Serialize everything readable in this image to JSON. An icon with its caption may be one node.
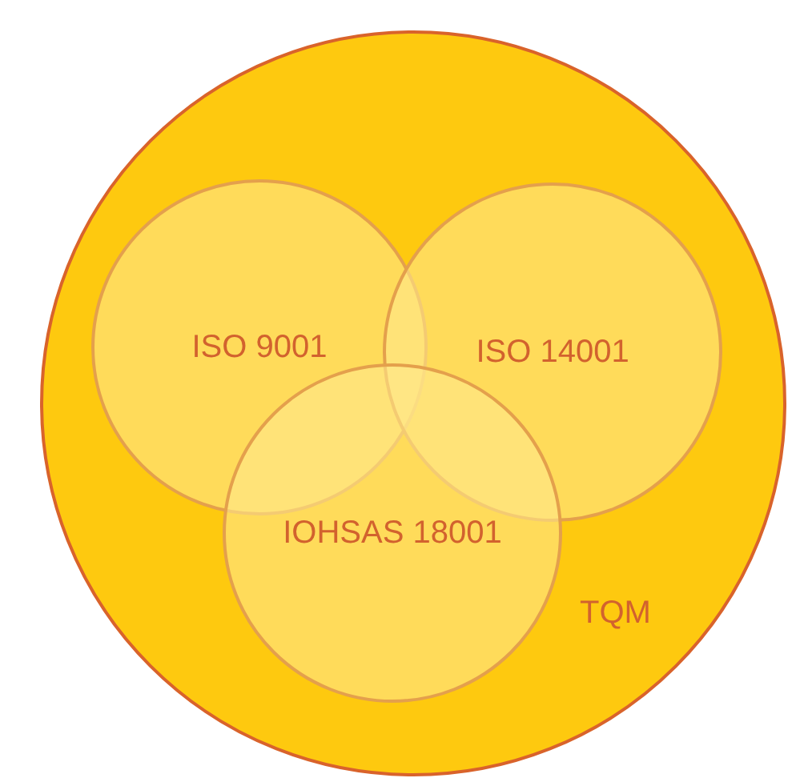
{
  "diagram": {
    "nodes": [
      {
        "text": [
          "TQM"
        ]
      },
      {
        "text": [
          "ISO 9001"
        ],
        "in": 0
      },
      {
        "text": [
          "ISO 14001"
        ],
        "in": 0
      },
      {
        "text": [
          "IOHSAS 18001"
        ],
        "in": 0
      }
    ]
  }
}
